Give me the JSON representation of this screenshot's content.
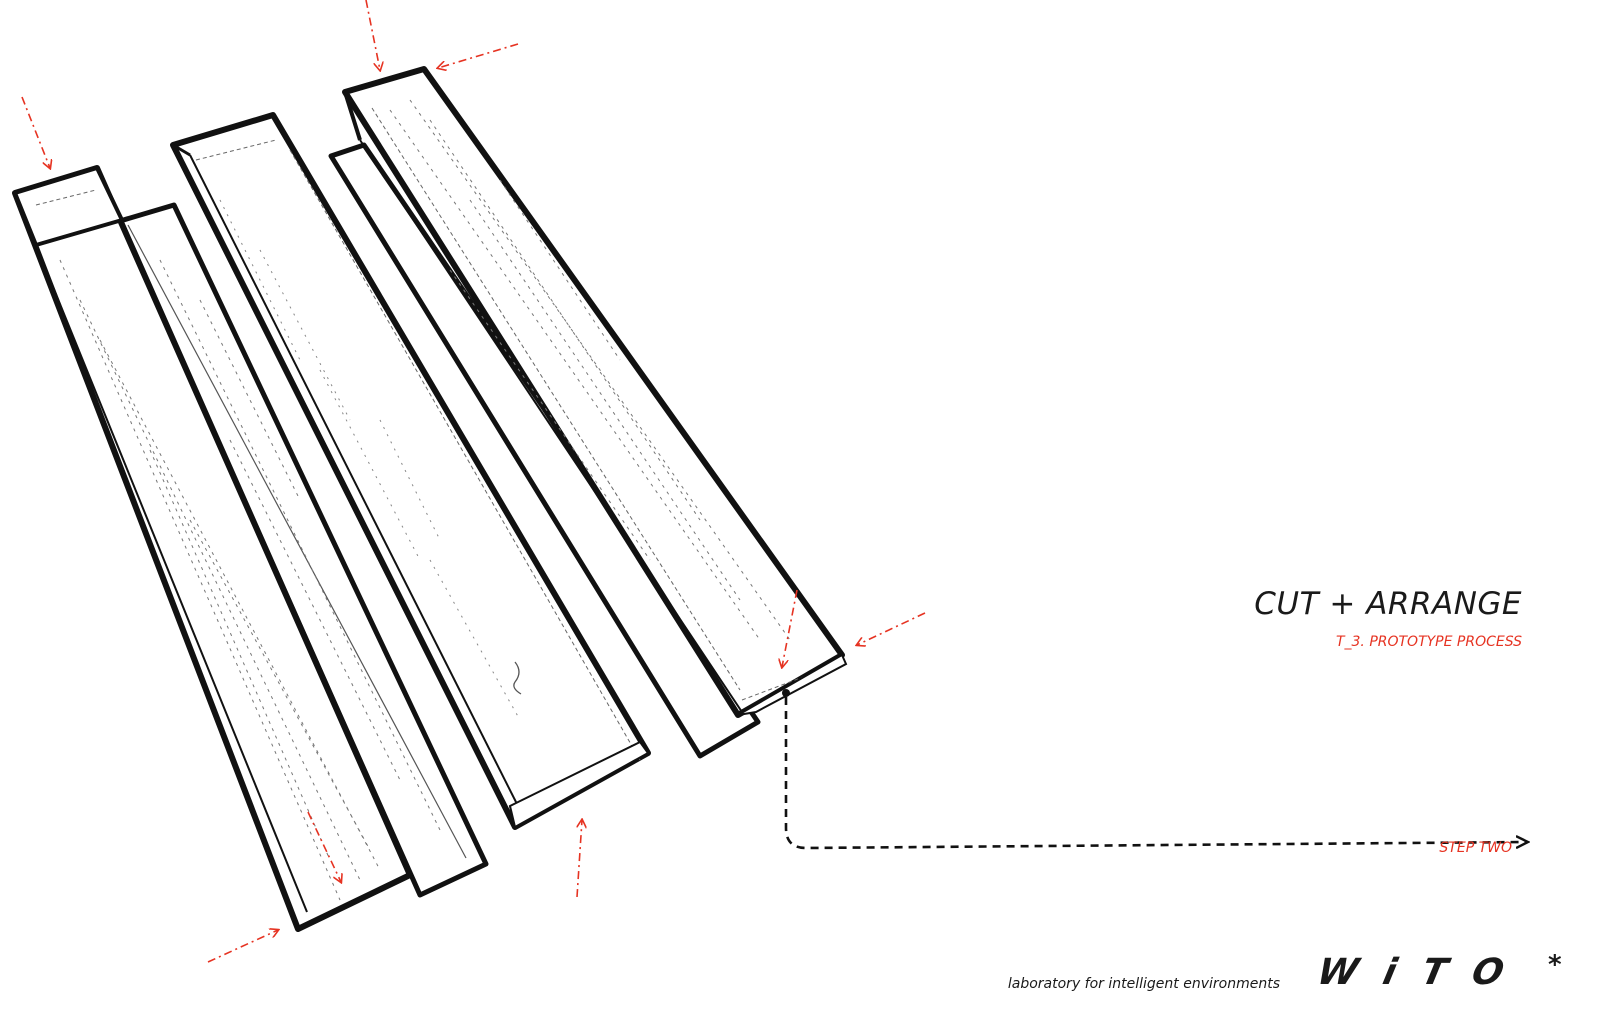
{
  "title": "CUT + ARRANGE",
  "subtitle": "T_3. PROTOTYPE PROCESS",
  "step_label": "STEP TWO",
  "footer": {
    "lab_text": "laboratory for intelligent environments",
    "logo_text": "WiTO",
    "logo_mark": "*"
  },
  "colors": {
    "accent": "#e63322",
    "ink": "#1a1a1a",
    "background": "#ffffff"
  }
}
